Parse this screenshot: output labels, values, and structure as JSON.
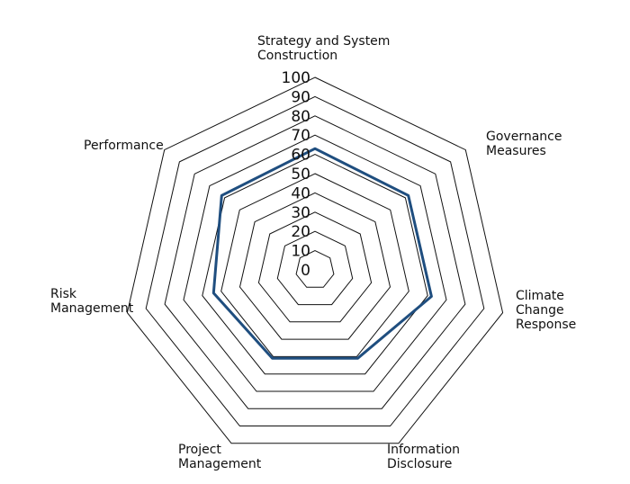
{
  "chart_data": {
    "type": "radar",
    "axes": [
      [
        "Strategy and System",
        "Construction"
      ],
      [
        "Governance",
        "Measures"
      ],
      [
        "Climate",
        "Change",
        "Response"
      ],
      [
        "Information",
        "Disclosure"
      ],
      [
        "Project",
        "Management"
      ],
      [
        "Risk",
        "Management"
      ],
      [
        "Performance"
      ]
    ],
    "rlim": [
      0,
      100
    ],
    "ticks": [
      0,
      10,
      20,
      30,
      40,
      50,
      60,
      70,
      80,
      90,
      100
    ],
    "series": [
      {
        "values": [
          63,
          62,
          62,
          51,
          51,
          54,
          62
        ],
        "color": "#1f4e7f"
      }
    ],
    "grid": true
  }
}
